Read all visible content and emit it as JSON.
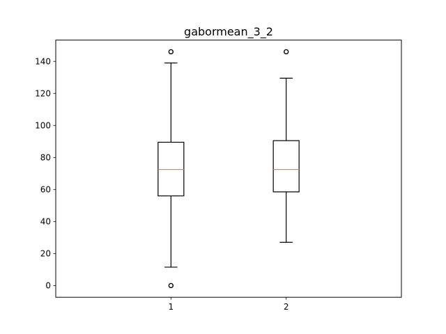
{
  "chart_data": {
    "type": "box",
    "title": "gabormean_3_2",
    "xlabel": "",
    "ylabel": "",
    "ylim": [
      -7.3,
      153.3
    ],
    "yticks": [
      0,
      20,
      40,
      60,
      80,
      100,
      120,
      140
    ],
    "categories": [
      "1",
      "2"
    ],
    "boxes": [
      {
        "label": "1",
        "whisker_low": 11.5,
        "q1": 56,
        "median": 72.5,
        "q3": 89.5,
        "whisker_high": 139,
        "outliers": [
          0,
          0,
          146,
          146
        ]
      },
      {
        "label": "2",
        "whisker_low": 27,
        "q1": 58.5,
        "median": 72.5,
        "q3": 90.5,
        "whisker_high": 129.5,
        "outliers": [
          146,
          146
        ]
      }
    ],
    "grid": false,
    "legend": "none"
  },
  "colors": {
    "box_edge": "#000000",
    "median": "#ff7f0e",
    "axes": "#000000",
    "background": "#ffffff"
  }
}
